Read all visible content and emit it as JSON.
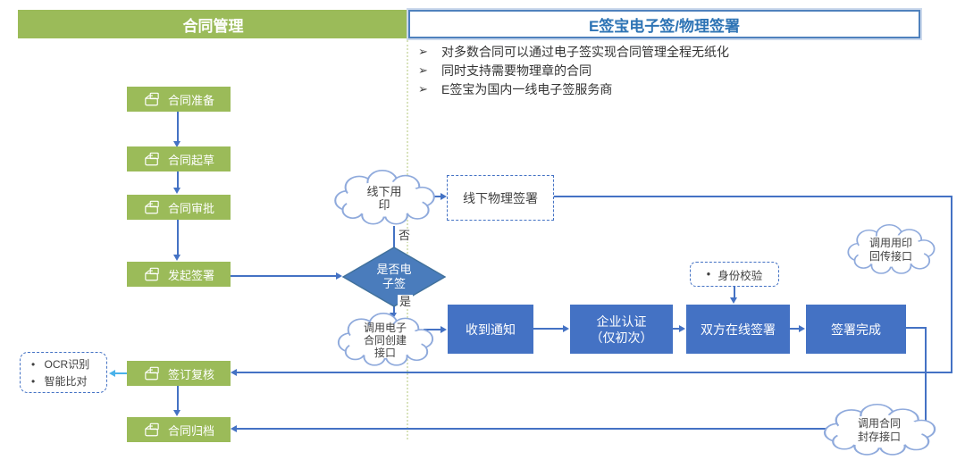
{
  "panel_left": {
    "title": "合同管理"
  },
  "panel_right": {
    "title": "E签宝电子签/物理签署",
    "bullet_marker": "➢",
    "bullets": [
      "对多数合同可以通过电子签实现合同管理全程无纸化",
      "同时支持需要物理章的合同",
      "E签宝为国内一线电子签服务商"
    ]
  },
  "left_flow": [
    "合同准备",
    "合同起草",
    "合同审批",
    "发起签署",
    "签订复核",
    "合同归档"
  ],
  "decision": {
    "label": "是否电\n子签",
    "no_label": "否",
    "yes_label": "是"
  },
  "offline_sign_box": "线下物理签署",
  "clouds": {
    "offline_seal": "线下用\n印",
    "contract_create_api": "调用电子\n合同创建\n接口",
    "seal_return_api": "调用用印\n回传接口",
    "contract_archive_api": "调用合同\n封存接口"
  },
  "esign_steps": [
    "收到通知",
    "企业认证\n（仅初次）",
    "双方在线签署",
    "签署完成"
  ],
  "identity_box": {
    "marker": "•",
    "label": "身份校验"
  },
  "ocr_box": {
    "marker": "•",
    "items": [
      "OCR识别",
      "智能比对"
    ]
  },
  "colors": {
    "green": "#9bbb59",
    "blue": "#4472c4",
    "diamond_fill": "#4a7cbc",
    "diamond_border": "#41719c",
    "header_text": "#2e74b5",
    "cloud_stroke": "#8faadc",
    "cyan": "#4ab2ea",
    "separator": "#d9e3bd",
    "text_dark": "#404040"
  }
}
